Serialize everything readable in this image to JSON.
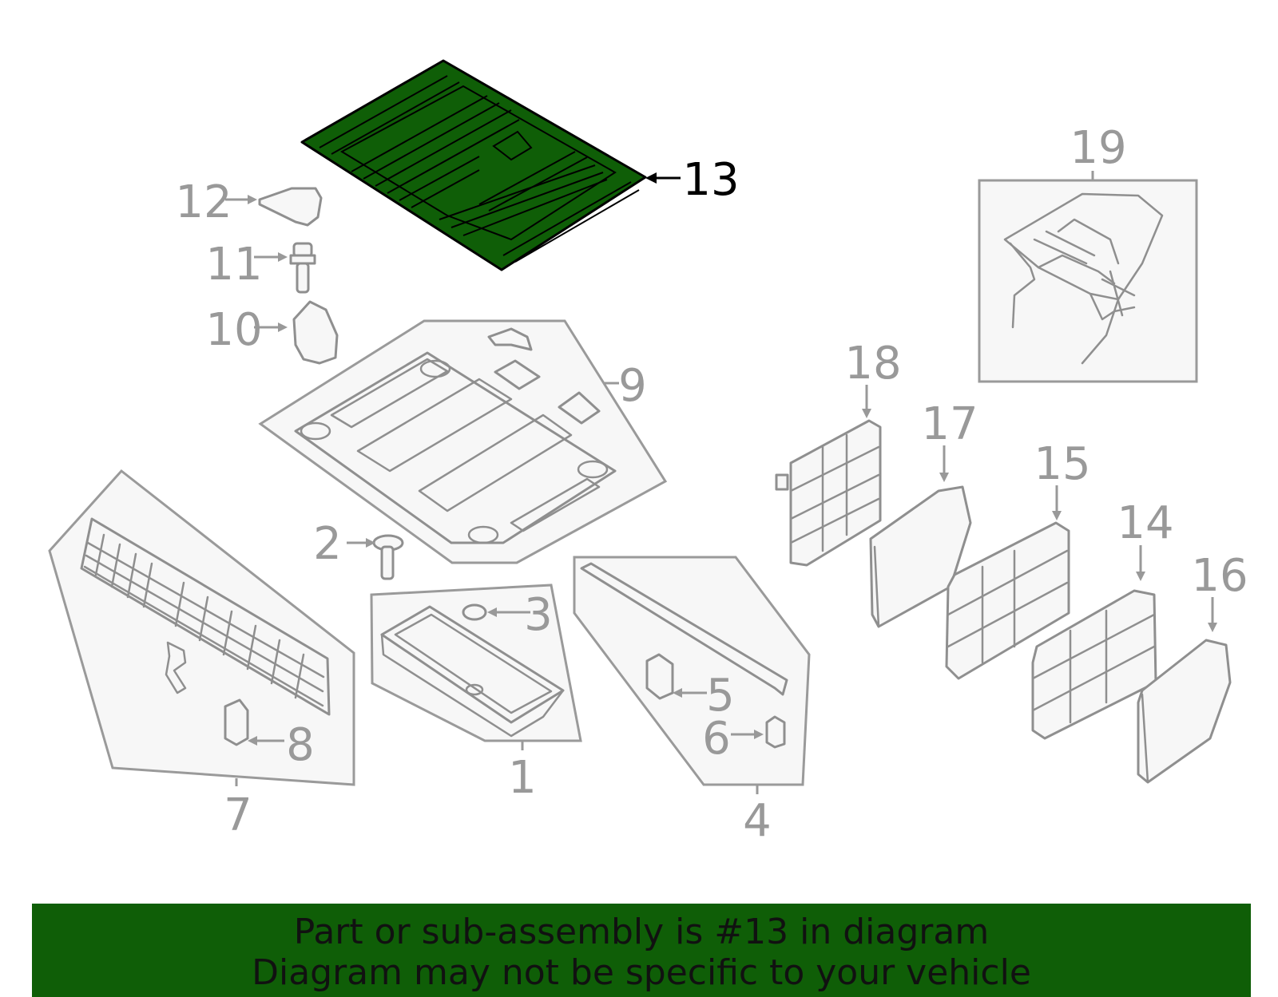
{
  "diagram": {
    "highlighted_part": "13",
    "callouts": [
      {
        "id": "c1",
        "label": "1"
      },
      {
        "id": "c2",
        "label": "2"
      },
      {
        "id": "c3",
        "label": "3"
      },
      {
        "id": "c4",
        "label": "4"
      },
      {
        "id": "c5",
        "label": "5"
      },
      {
        "id": "c6",
        "label": "6"
      },
      {
        "id": "c7",
        "label": "7"
      },
      {
        "id": "c8",
        "label": "8"
      },
      {
        "id": "c9",
        "label": "9"
      },
      {
        "id": "c10",
        "label": "10"
      },
      {
        "id": "c11",
        "label": "11"
      },
      {
        "id": "c12",
        "label": "12"
      },
      {
        "id": "c13",
        "label": "13"
      },
      {
        "id": "c14",
        "label": "14"
      },
      {
        "id": "c15",
        "label": "15"
      },
      {
        "id": "c16",
        "label": "16"
      },
      {
        "id": "c17",
        "label": "17"
      },
      {
        "id": "c18",
        "label": "18"
      },
      {
        "id": "c19",
        "label": "19"
      }
    ],
    "colors": {
      "highlight": "#0f5e07",
      "outline": "#999999",
      "panel_fill": "#f7f7f7"
    }
  },
  "banner": {
    "line1": "Part or sub-assembly is #13 in diagram",
    "line2": "Diagram may not be specific to your vehicle"
  }
}
